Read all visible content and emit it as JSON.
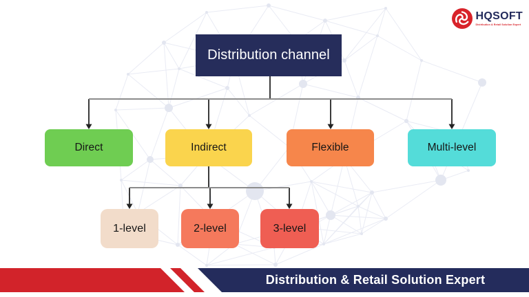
{
  "logo": {
    "brand_hq": "HQ",
    "brand_soft": "SOFT",
    "tagline": "Distribution & Retail Solution Expert",
    "icon_color": "#D8232A",
    "text_color": "#232B5C"
  },
  "diagram": {
    "root": {
      "label": "Distribution channel",
      "color": "#262D5B",
      "text_color": "#FFFFFF"
    },
    "level1": [
      {
        "label": "Direct",
        "color": "#6FCD52"
      },
      {
        "label": "Indirect",
        "color": "#FAD44D"
      },
      {
        "label": "Flexible",
        "color": "#F6864B"
      },
      {
        "label": "Multi-level",
        "color": "#54DCD9"
      }
    ],
    "level2_parent": "Indirect",
    "level2": [
      {
        "label": "1-level",
        "color": "#F2DCCA"
      },
      {
        "label": "2-level",
        "color": "#F5795C"
      },
      {
        "label": "3-level",
        "color": "#EF5E53"
      }
    ],
    "connector_color": "#555555"
  },
  "footer": {
    "banner_text": "Distribution & Retail Solution Expert",
    "red": "#D2232A",
    "navy": "#242C5C"
  }
}
